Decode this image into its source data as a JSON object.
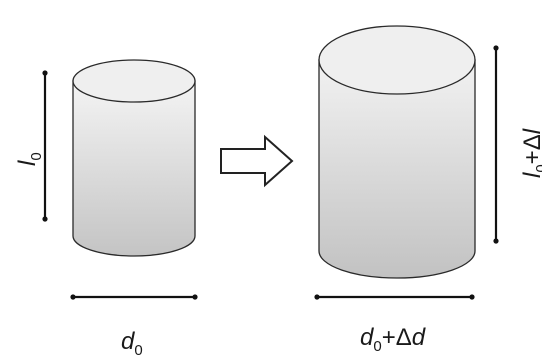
{
  "diagram": {
    "small_cylinder": {
      "height_label": {
        "var": "l",
        "sub": "0"
      },
      "diameter_label": {
        "var": "d",
        "sub": "0"
      }
    },
    "large_cylinder": {
      "height_label": {
        "var": "l",
        "sub": "0",
        "op": "+Δ",
        "delta_var": "l"
      },
      "diameter_label": {
        "var": "d",
        "sub": "0",
        "op": "+Δ",
        "delta_var": "d"
      }
    },
    "arrow_icon": "right-hollow-arrow-icon",
    "colors": {
      "cylinder_top": "#efefef",
      "cylinder_body_light": "#f2f2f2",
      "cylinder_body_dark": "#c4c4c4",
      "outline": "#2a2a2a",
      "dimension_line": "#111111"
    }
  }
}
